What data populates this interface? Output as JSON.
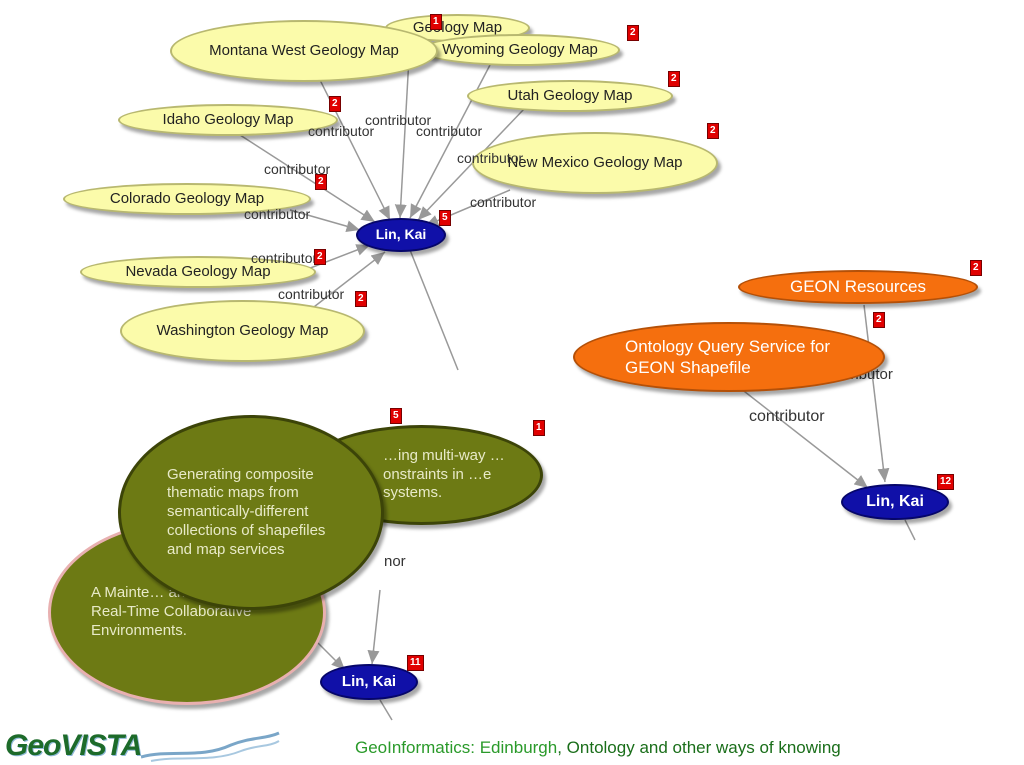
{
  "nodes": {
    "wyoming_partial": "Geology Map",
    "montana": "Montana West Geology Map",
    "wyoming": "Wyoming Geology Map",
    "utah": "Utah Geology Map",
    "idaho": "Idaho Geology Map",
    "new_mexico": "New Mexico Geology Map",
    "colorado": "Colorado Geology Map",
    "nevada": "Nevada Geology Map",
    "washington": "Washington Geology Map",
    "lin_kai_top": "Lin, Kai",
    "geon_resources": "GEON Resources",
    "ontology_query": "Ontology Query Service for GEON Shapefile",
    "lin_kai_right": "Lin, Kai",
    "generating_maps": "Generating composite thematic maps from semantically-different collections of shapefiles and map services",
    "multiway_partial": "…ing multi-way …onstraints in …e systems.",
    "maintenance_partial": "A Mainte… and Appli… Real-Time Collaborative Environments.",
    "lin_kai_bottom": "Lin, Kai"
  },
  "badges": {
    "wyoming_partial": "1",
    "wyoming": "2",
    "utah": "2",
    "idaho": "2",
    "new_mexico": "2",
    "colorado": "2",
    "nevada": "2",
    "washington": "2",
    "lin_kai_top": "5",
    "geon_resources": "2",
    "ontology_query": "2",
    "lin_kai_right": "12",
    "generating_maps": "5",
    "multiway": "1",
    "lin_kai_bottom": "11"
  },
  "edge_label": "contributor",
  "edge_label_partial_1": "contributor",
  "edge_label_partial_2": "nor",
  "footer": {
    "logo": "GeoVISTA",
    "location": "GeoInformatics: Edinburgh",
    "separator": ",",
    "title": " Ontology and other ways of knowing"
  },
  "colors": {
    "person_node": "#1010a8",
    "map_node": "#fbfbaa",
    "service_node": "#f56f0e",
    "publication_node": "#6d7a14",
    "badge": "#e00000"
  }
}
